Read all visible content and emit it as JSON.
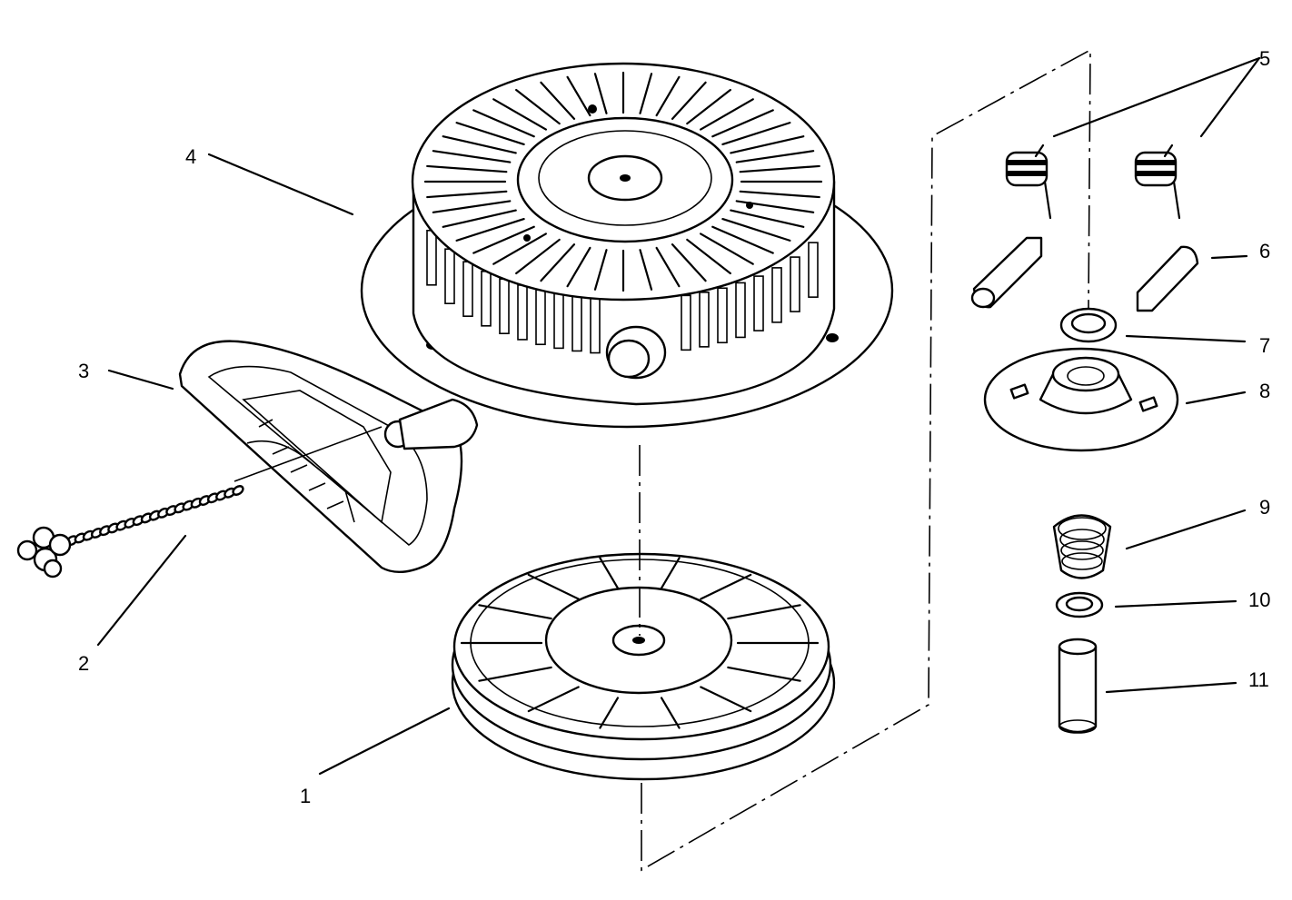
{
  "callouts": [
    {
      "id": "1",
      "label": "1"
    },
    {
      "id": "2",
      "label": "2"
    },
    {
      "id": "3",
      "label": "3"
    },
    {
      "id": "4",
      "label": "4"
    },
    {
      "id": "5",
      "label": "5"
    },
    {
      "id": "6",
      "label": "6"
    },
    {
      "id": "7",
      "label": "7"
    },
    {
      "id": "8",
      "label": "8"
    },
    {
      "id": "9",
      "label": "9"
    },
    {
      "id": "10",
      "label": "10"
    },
    {
      "id": "11",
      "label": "11"
    }
  ],
  "colors": {
    "ink": "#000000",
    "paper": "#ffffff"
  }
}
